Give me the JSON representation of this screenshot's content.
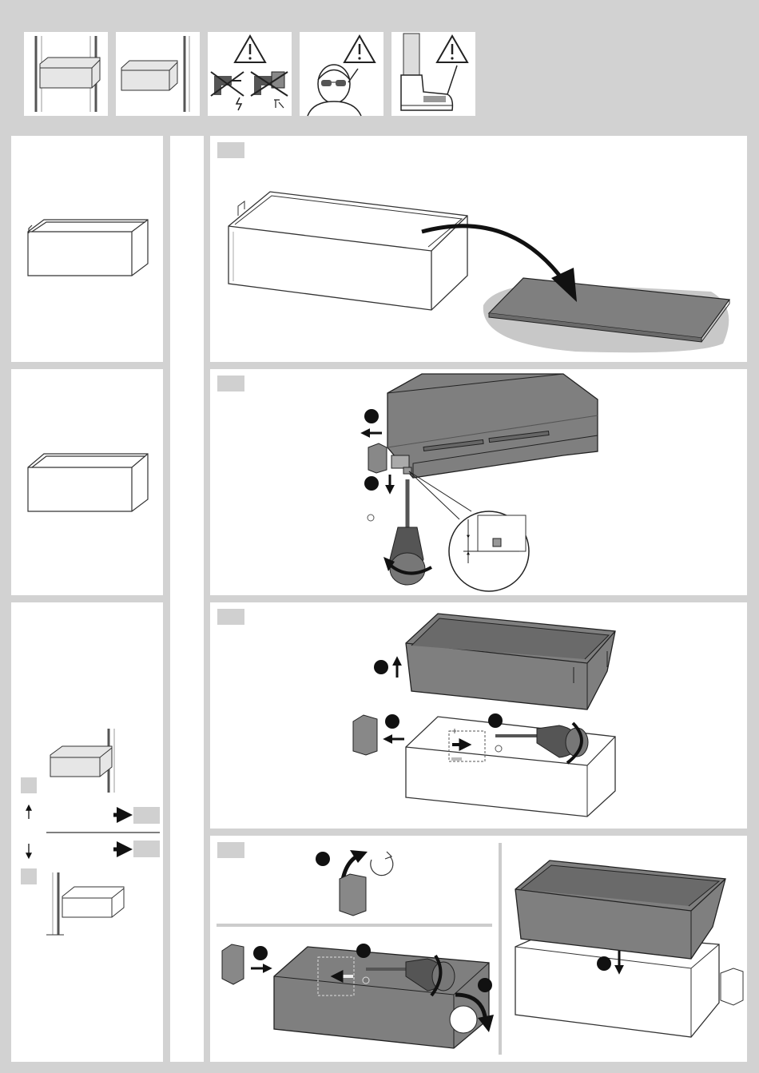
{
  "colors": {
    "frame_gray": "#d2d2d2",
    "panel_white": "#ffffff",
    "line_dark": "#2a2a2a",
    "part_dark_fill": "#7f7f7f",
    "part_light_fill": "#e6e6e6",
    "step_badge": "#d0d0d0"
  },
  "header_icons": [
    {
      "name": "shelf-with-box-icon"
    },
    {
      "name": "shelf-removed-box-icon"
    },
    {
      "name": "no-electric-drill-warning-icon"
    },
    {
      "name": "safety-glasses-warning-icon"
    },
    {
      "name": "safety-boot-warning-icon"
    }
  ],
  "steps": [
    {
      "name": "remove-box-step"
    },
    {
      "name": "unscrew-bracket-step"
    },
    {
      "name": "lift-out-insert-step"
    },
    {
      "name": "reassemble-step"
    }
  ]
}
